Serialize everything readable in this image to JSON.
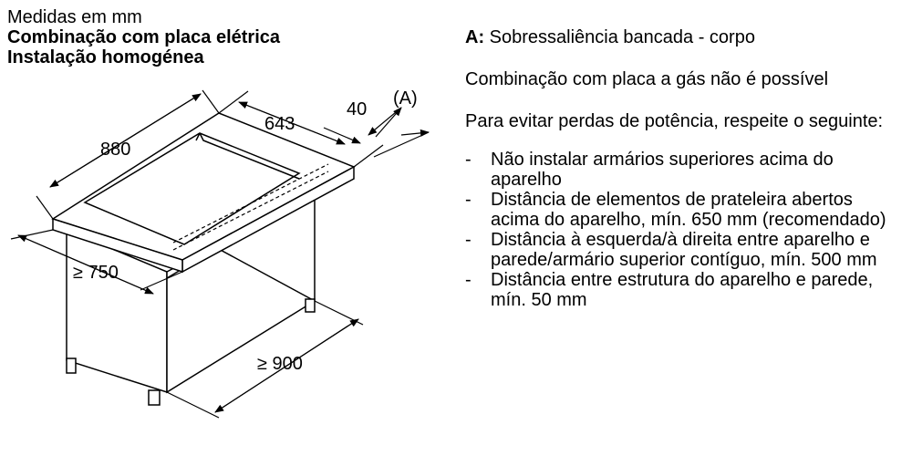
{
  "header": {
    "line1": "Medidas em mm",
    "line2": "Combinação com placa elétrica",
    "line3": "Instalação homogénea"
  },
  "dimensions": {
    "d880": "880",
    "d643": "643",
    "d40": "40",
    "labelA": "(A)",
    "d750": "≥ 750",
    "d900": "≥ 900"
  },
  "notes": {
    "a_key": "A:",
    "a_text": "Sobressaliência bancada - corpo",
    "gas": "Combinação com placa a gás não é possível",
    "intro": "Para evitar perdas de potência, respeite o seguinte:",
    "bullet_marker": "-",
    "bullets": [
      "Não instalar armários superiores acima do aparelho",
      "Distância de elementos de prateleira abertos acima do aparelho, mín. 650 mm (recomendado)",
      "Distância à esquerda/à direita entre aparelho e parede/armário superior contíguo, mín. 500 mm",
      "Distância entre estrutura do aparelho e parede, mín. 50 mm"
    ]
  }
}
